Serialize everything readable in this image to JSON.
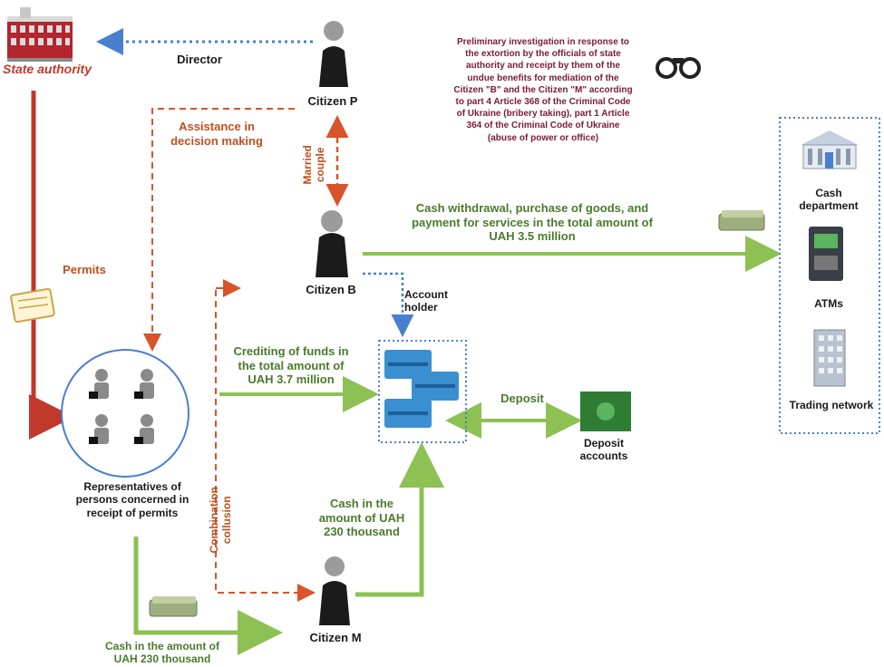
{
  "nodes": {
    "state_authority": "State authority",
    "citizen_p": "Citizen P",
    "citizen_b": "Citizen B",
    "citizen_m": "Citizen M",
    "representatives": [
      "Representatives of",
      "persons concerned in",
      "receipt of permits"
    ],
    "cash_department": [
      "Cash",
      "department"
    ],
    "atms": "ATMs",
    "trading_network": "Trading network",
    "deposit_accounts": [
      "Deposit",
      "accounts"
    ],
    "account_holder": [
      "Account",
      "holder"
    ]
  },
  "edges": {
    "director": "Director",
    "assistance": [
      "Assistance in",
      "decision making"
    ],
    "married_couple": [
      "Married",
      "couple"
    ],
    "permits": "Permits",
    "combination": [
      "Combination",
      "collusion"
    ],
    "deposit": "Deposit",
    "cash_withdrawal": [
      "Cash withdrawal, purchase of goods, and",
      "payment for services in the total amount of",
      "UAH 3.5 million"
    ],
    "crediting": [
      "Crediting of funds in",
      "the total amount of",
      "UAH 3.7 million"
    ],
    "cash_230_top": [
      "Cash in the",
      "amount of UAH",
      "230 thousand"
    ],
    "cash_230_bottom": [
      "Cash in the amount of",
      "UAH 230 thousand"
    ]
  },
  "investigation_note": [
    "Preliminary investigation in response to",
    "the extortion by the officials of state",
    "authority and receipt by them of the",
    "undue benefits for mediation of the",
    "Citizen \"B\" and the Citizen \"M\" according",
    "to  part 4 Article 368 of the Criminal Code",
    "of Ukraine (bribery taking), part 1 Article",
    "364  of the Criminal Code of Ukraine",
    "(abuse of power or office)"
  ],
  "colors": {
    "red_flow": "#c0392b",
    "green_flow": "#8dc153",
    "blue_dotted": "#4a7fd0",
    "orange_dashed": "#d9542a",
    "maroon_text": "#7a1a3a"
  }
}
